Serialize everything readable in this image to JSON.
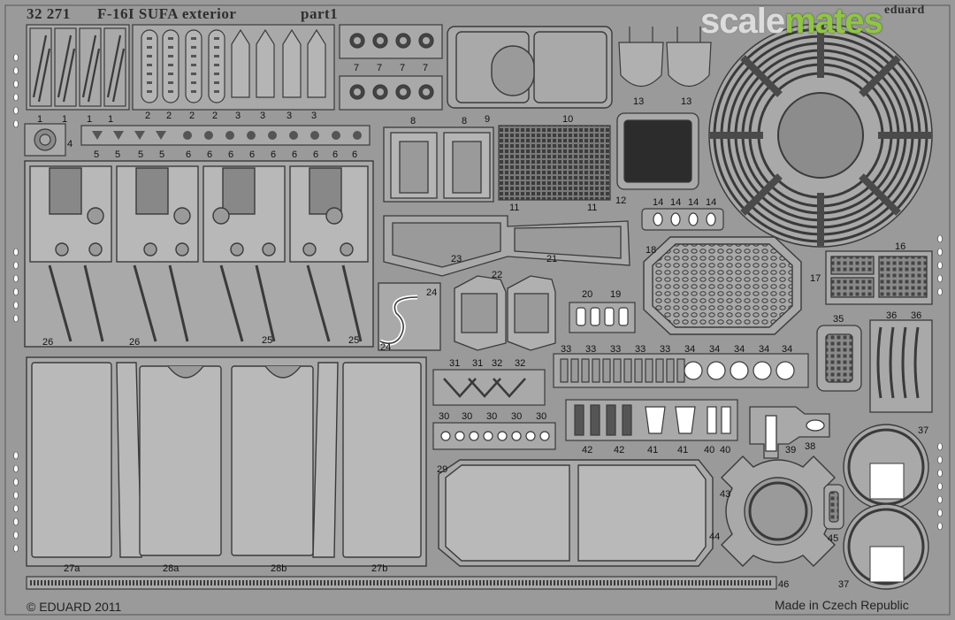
{
  "header": {
    "catalog_number": "32 271",
    "title": "F-16I SUFA exterior",
    "part": "part1",
    "brand_partial": "eduard"
  },
  "watermark": {
    "scale": "scale",
    "mates": "mates",
    "scale_color": "#d8d8d8",
    "mates_color": "#8fc641"
  },
  "footer": {
    "copyright": "© EDUARD 2011",
    "origin": "Made in Czech Republic"
  },
  "colors": {
    "fret_background": "#9a9a9a",
    "part_fill": "#a9a9a9",
    "part_outline": "#3a3a3a",
    "etched_detail": "#4a4a4a",
    "dark_panel": "#2a2a2a"
  },
  "part_numbers": {
    "p1": "1",
    "p2": "2",
    "p3": "3",
    "p4": "4",
    "p5": "5",
    "p6": "6",
    "p7": "7",
    "p8": "8",
    "p9": "9",
    "p10": "10",
    "p11": "11",
    "p12": "12",
    "p13": "13",
    "p14": "14",
    "p16": "16",
    "p17": "17",
    "p18": "18",
    "p19": "19",
    "p20": "20",
    "p21": "21",
    "p22": "22",
    "p23": "23",
    "p24": "24",
    "p25": "25",
    "p26": "26",
    "p27a": "27a",
    "p27b": "27b",
    "p28a": "28a",
    "p28b": "28b",
    "p29": "29",
    "p30": "30",
    "p31": "31",
    "p32": "32",
    "p33": "33",
    "p34": "34",
    "p35": "35",
    "p36": "36",
    "p37": "37",
    "p38": "38",
    "p39": "39",
    "p40": "40",
    "p41": "41",
    "p42": "42",
    "p43": "43",
    "p44": "44",
    "p45": "45",
    "p46": "46"
  }
}
